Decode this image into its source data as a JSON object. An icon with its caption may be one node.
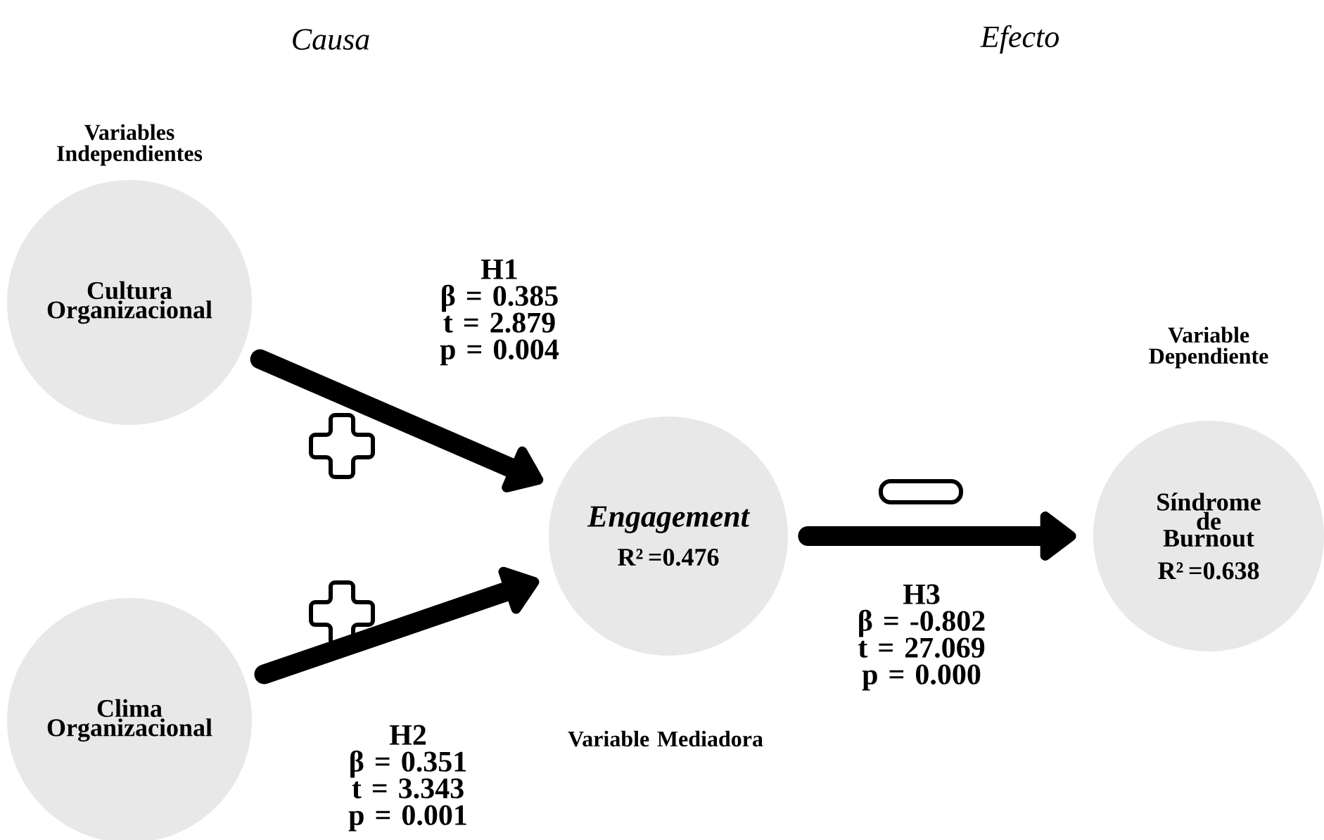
{
  "diagram": {
    "nodes": [
      {
        "text": [
          "Cultura Organizacional"
        ],
        "beside": [
          "Variables Independientes"
        ]
      },
      {
        "text": [
          "Clima Organizacional"
        ]
      },
      {
        "text": [
          "Engagement",
          "R² =0.476"
        ],
        "beside": [
          "Variable Mediadora"
        ]
      },
      {
        "text": [
          "Síndrome de Burnout",
          "R² =0.638"
        ],
        "beside": [
          "Variable Dependiente"
        ]
      }
    ],
    "edges": [
      {
        "from": 0,
        "to": 2,
        "arrow": "to",
        "label": "H1 β = 0.385 t = 2.879 p = 0.004"
      },
      {
        "from": 1,
        "to": 2,
        "arrow": "to",
        "label": "H2 β = 0.351 t = 3.343 p = 0.001"
      },
      {
        "from": 2,
        "to": 3,
        "arrow": "to",
        "label": "H3 β = -0.802 t = 27.069 p = 0.000"
      }
    ],
    "labels": [
      "Causa",
      "Efecto"
    ]
  }
}
